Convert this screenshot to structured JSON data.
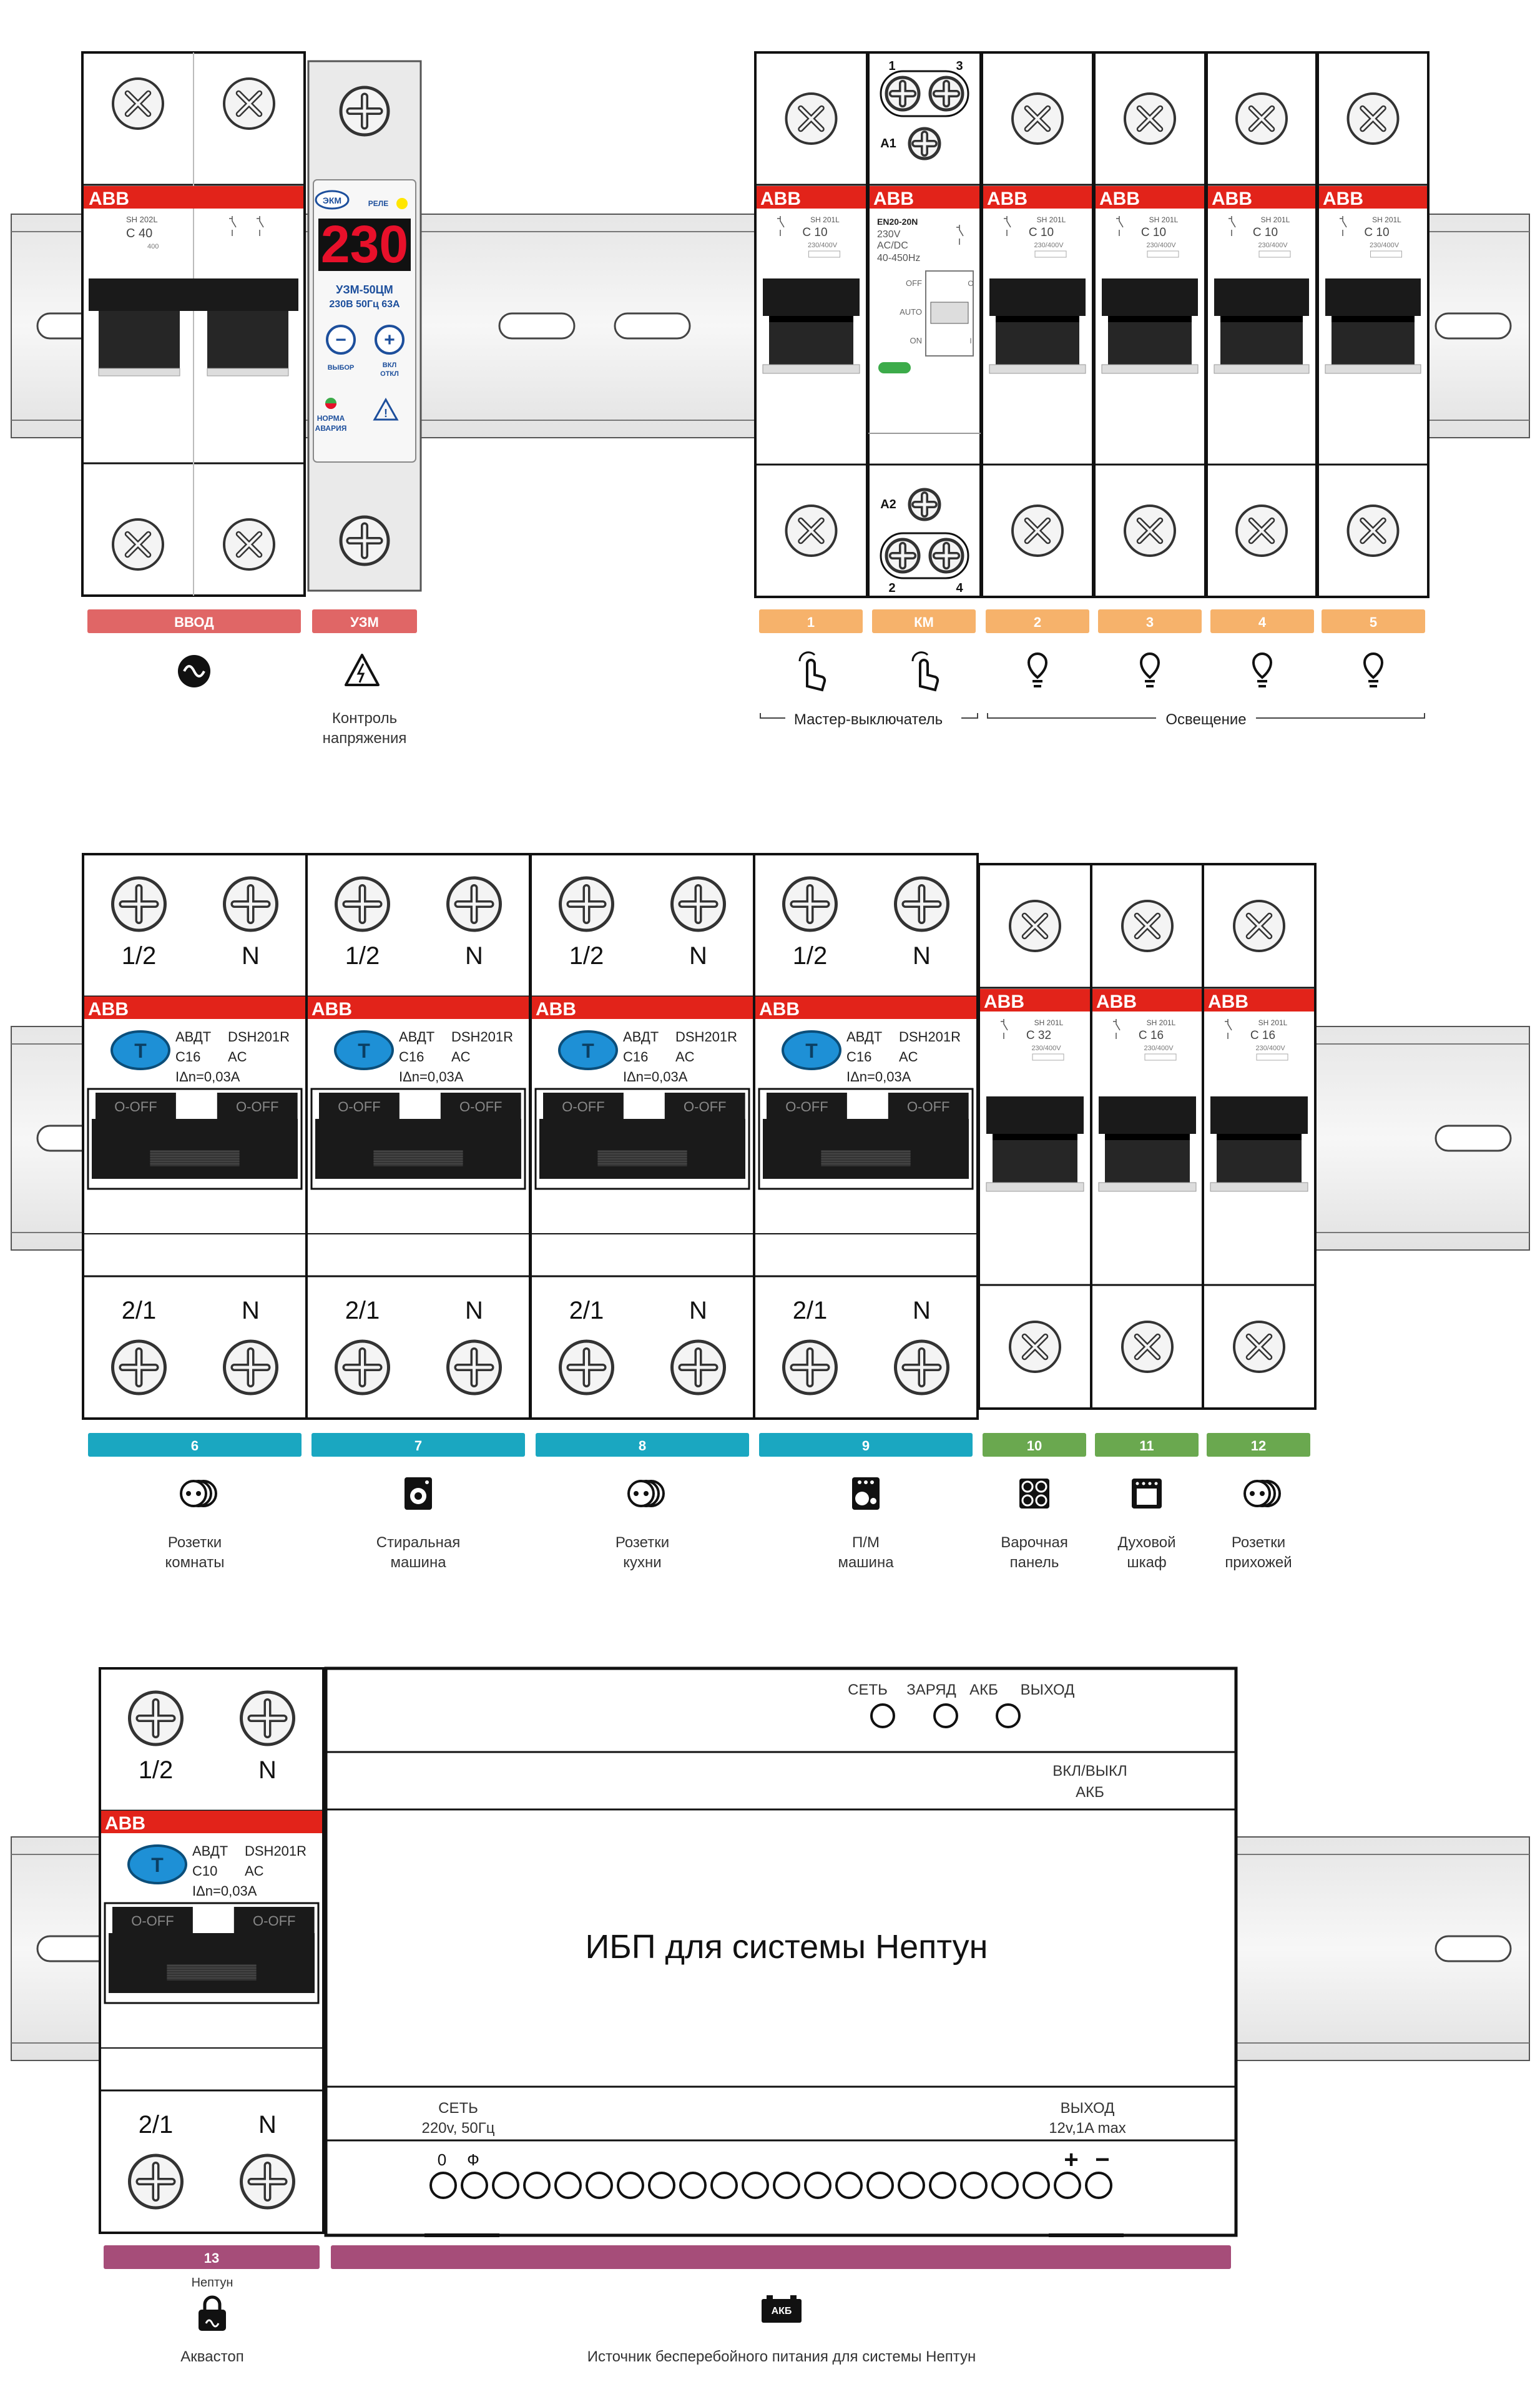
{
  "brand": "ABB",
  "colors": {
    "red_stripe": "#e2231a",
    "label_red": "#e06666",
    "label_orange": "#f6b26b",
    "label_teal": "#1aa7c1",
    "label_green": "#6aa84f",
    "label_purple": "#a64d79",
    "rail": "#f2f2f2",
    "lever": "#1a1a1a"
  },
  "row1": {
    "main_breaker": {
      "model": "SH 202L",
      "rating": "C 40",
      "sub": "400",
      "label": "ВВОД",
      "icon": "ac-sine-icon"
    },
    "relay": {
      "brand": "ЭКМ",
      "lamp_label": "РЕЛЕ",
      "display": "230",
      "model": "УЗМ-50ЦМ",
      "spec": "230В 50Гц 63А",
      "minus_label": "ВЫБОР",
      "plus_label1": "ВКЛ",
      "plus_label2": "ОТКЛ",
      "norm": "НОРМА",
      "alarm": "АВАРИЯ",
      "label": "УЗМ",
      "caption1": "Контроль",
      "caption2": "напряжения"
    },
    "contactor": {
      "model": "EN20-20N",
      "voltage": "230V",
      "acdc": "AC/DC",
      "freq": "40-450Hz",
      "t1": "1",
      "t3": "3",
      "t2": "2",
      "t4": "4",
      "a1": "A1",
      "a2": "A2",
      "off": "OFF",
      "auto": "AUTO",
      "on": "ON",
      "label": "КМ"
    },
    "breakers": [
      {
        "model": "SH 201L",
        "rating": "C 10",
        "label": "1",
        "icon": "push-button-icon"
      },
      {
        "model": "SH 201L",
        "rating": "C 10",
        "label": "2",
        "icon": "bulb-icon"
      },
      {
        "model": "SH 201L",
        "rating": "C 10",
        "label": "3",
        "icon": "bulb-icon"
      },
      {
        "model": "SH 201L",
        "rating": "C 10",
        "label": "4",
        "icon": "bulb-icon"
      },
      {
        "model": "SH 201L",
        "rating": "C 10",
        "label": "5",
        "icon": "bulb-icon"
      }
    ],
    "voltage_small": "230/400V",
    "group_master": "Мастер-выключатель",
    "group_light": "Освещение"
  },
  "row2": {
    "rcbos": [
      {
        "top_left": "1/2",
        "top_right": "N",
        "bot_left": "2/1",
        "bot_right": "N",
        "type": "АВДТ",
        "model": "DSH201R",
        "rating": "C16",
        "ac": "AC",
        "idn": "IΔn=0,03A",
        "off": "O-OFF",
        "label": "6",
        "cap1": "Розетки",
        "cap2": "комнаты",
        "icon": "socket-icon"
      },
      {
        "top_left": "1/2",
        "top_right": "N",
        "bot_left": "2/1",
        "bot_right": "N",
        "type": "АВДТ",
        "model": "DSH201R",
        "rating": "C16",
        "ac": "AC",
        "idn": "IΔn=0,03A",
        "off": "O-OFF",
        "label": "7",
        "cap1": "Стиральная",
        "cap2": "машина",
        "icon": "washing-machine-icon"
      },
      {
        "top_left": "1/2",
        "top_right": "N",
        "bot_left": "2/1",
        "bot_right": "N",
        "type": "АВДТ",
        "model": "DSH201R",
        "rating": "C16",
        "ac": "AC",
        "idn": "IΔn=0,03A",
        "off": "O-OFF",
        "label": "8",
        "cap1": "Розетки",
        "cap2": "кухни",
        "icon": "socket-icon"
      },
      {
        "top_left": "1/2",
        "top_right": "N",
        "bot_left": "2/1",
        "bot_right": "N",
        "type": "АВДТ",
        "model": "DSH201R",
        "rating": "C16",
        "ac": "AC",
        "idn": "IΔn=0,03A",
        "off": "O-OFF",
        "label": "9",
        "cap1": "П/М",
        "cap2": "машина",
        "icon": "dishwasher-icon"
      }
    ],
    "breakers": [
      {
        "model": "SH 201L",
        "rating": "C 32",
        "label": "10",
        "cap1": "Варочная",
        "cap2": "панель",
        "icon": "cooktop-icon"
      },
      {
        "model": "SH 201L",
        "rating": "C 16",
        "label": "11",
        "cap1": "Духовой",
        "cap2": "шкаф",
        "icon": "oven-icon"
      },
      {
        "model": "SH 201L",
        "rating": "C 16",
        "label": "12",
        "cap1": "Розетки",
        "cap2": "прихожей",
        "icon": "socket-icon"
      }
    ]
  },
  "row3": {
    "rcbo": {
      "top_left": "1/2",
      "top_right": "N",
      "bot_left": "2/1",
      "bot_right": "N",
      "type": "АВДТ",
      "model": "DSH201R",
      "rating": "C10",
      "ac": "AC",
      "idn": "IΔn=0,03A",
      "off": "O-OFF",
      "label": "13",
      "cap_top": "Нептун",
      "cap": "Аквастоп",
      "icon": "lock-icon"
    },
    "ups": {
      "ind_set": "СЕТЬ",
      "ind_charge": "ЗАРЯД",
      "ind_akb": "АКБ",
      "ind_out": "ВЫХОД",
      "switch1": "ВКЛ/ВЫКЛ",
      "switch2": "АКБ",
      "title": "ИБП для системы Нептун",
      "in1": "СЕТЬ",
      "in2": "220v, 50Гц",
      "out1": "ВЫХОД",
      "out2": "12v,1A max",
      "term_0": "0",
      "term_f": "Ф",
      "term_plus": "+",
      "term_minus": "−",
      "battery": "АКБ",
      "caption": "Источник бесперебойного питания для системы Нептун",
      "icon": "battery-icon"
    }
  }
}
